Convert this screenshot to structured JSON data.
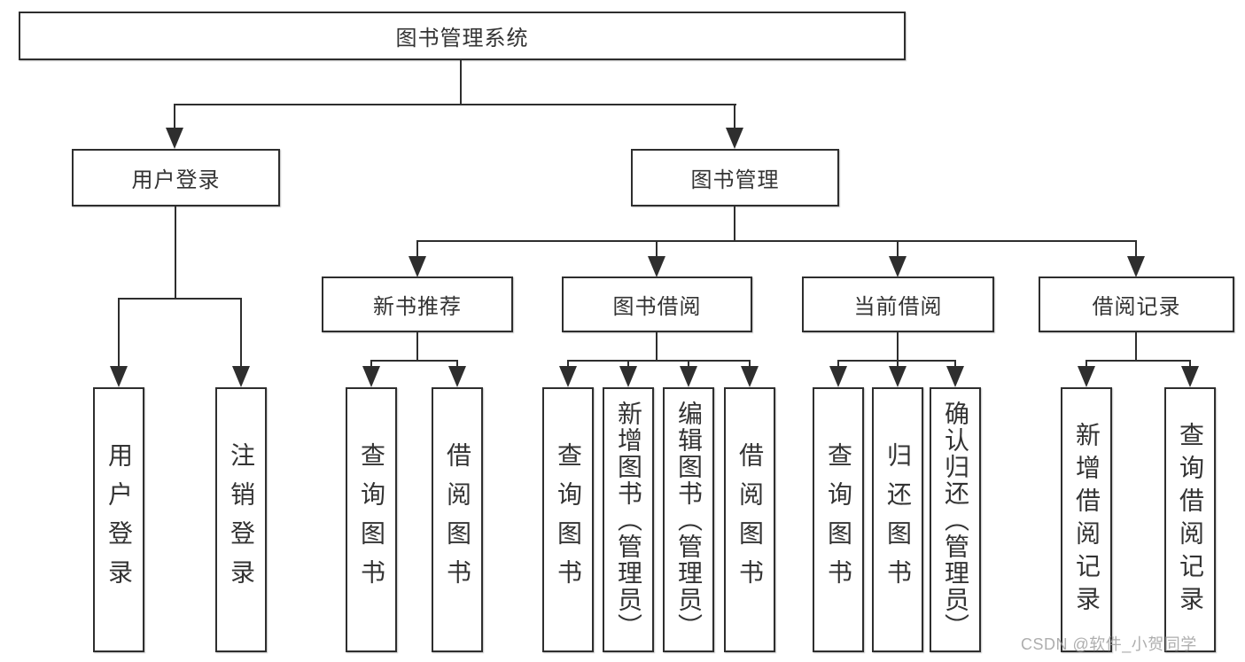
{
  "diagram": {
    "root": {
      "label": "图书管理系统"
    },
    "level2": [
      {
        "label": "用户登录"
      },
      {
        "label": "图书管理"
      }
    ],
    "level3": [
      {
        "label": "新书推荐"
      },
      {
        "label": "图书借阅"
      },
      {
        "label": "当前借阅"
      },
      {
        "label": "借阅记录"
      }
    ],
    "leaves": [
      {
        "label": "用户登录"
      },
      {
        "label": "注销登录"
      },
      {
        "label": "查询图书"
      },
      {
        "label": "借阅图书"
      },
      {
        "label": "查询图书"
      },
      {
        "label": "新增图书（管理员）"
      },
      {
        "label": "编辑图书（管理员）"
      },
      {
        "label": "借阅图书"
      },
      {
        "label": "查询图书"
      },
      {
        "label": "归还图书"
      },
      {
        "label": "确认归还（管理员）"
      },
      {
        "label": "新增借阅记录"
      },
      {
        "label": "查询借阅记录"
      }
    ]
  },
  "watermark": {
    "text": "CSDN @软件_小贺同学"
  },
  "colors": {
    "line": "#2e2e2e",
    "text": "#333333",
    "background": "#ffffff",
    "watermark": "#a5a5a5"
  }
}
